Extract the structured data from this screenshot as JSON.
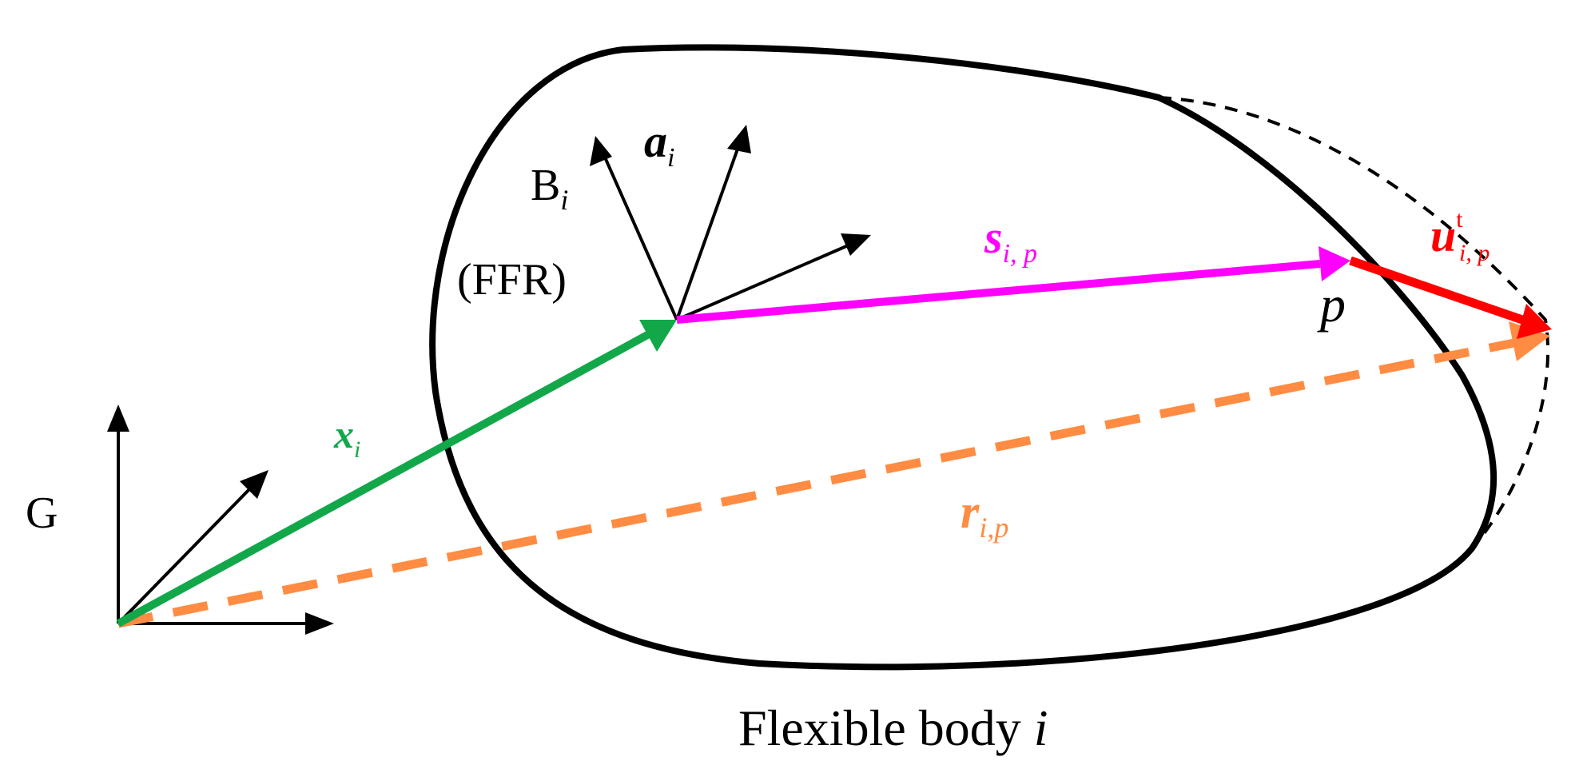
{
  "colors": {
    "outline": "#000000",
    "x_vector": "#12a84a",
    "s_vector": "#ff00ff",
    "u_vector": "#ff0000",
    "r_vector": "#ff8c42"
  },
  "labels": {
    "global_frame": "G",
    "body_frame_main": "B",
    "body_frame_sub": "i",
    "ffr": "(FFR)",
    "a_main": "a",
    "a_sub": "i",
    "x_main": "x",
    "x_sub": "i",
    "s_main": "s",
    "s_sub": "i, p",
    "u_main": "u",
    "u_sup": "t",
    "u_sub": "i, p",
    "r_main": "r",
    "r_sub": "i,p",
    "point_p": "p",
    "caption_text": "Flexible body ",
    "caption_italic": "i"
  },
  "icons": {
    "global_axes": "coordinate-axes",
    "body_axes": "coordinate-axes"
  }
}
